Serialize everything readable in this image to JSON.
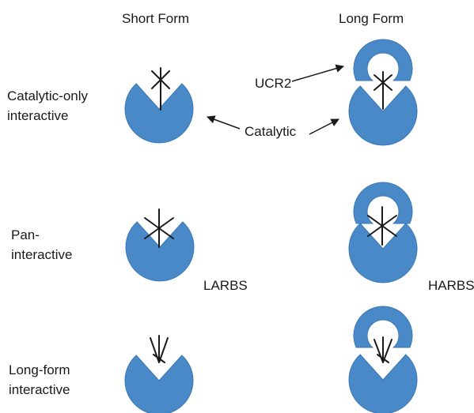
{
  "header": {
    "short_form": "Short Form",
    "long_form": "Long Form"
  },
  "rows": [
    {
      "line1": "Catalytic-only",
      "line2": "interactive",
      "line3": ""
    },
    {
      "line1": "Pan-",
      "line2": "interactive",
      "line3": ""
    },
    {
      "line1": "Long-form",
      "line2": "interactive",
      "line3": ""
    }
  ],
  "annotations": {
    "ucr2": "UCR2",
    "catalytic": "Catalytic",
    "larbs": "LARBS",
    "harbs": "HARBS"
  },
  "colors": {
    "domain_fill": "#4a89c8",
    "domain_stroke": "#3a78b5",
    "ligand": "#1a1a1a"
  }
}
